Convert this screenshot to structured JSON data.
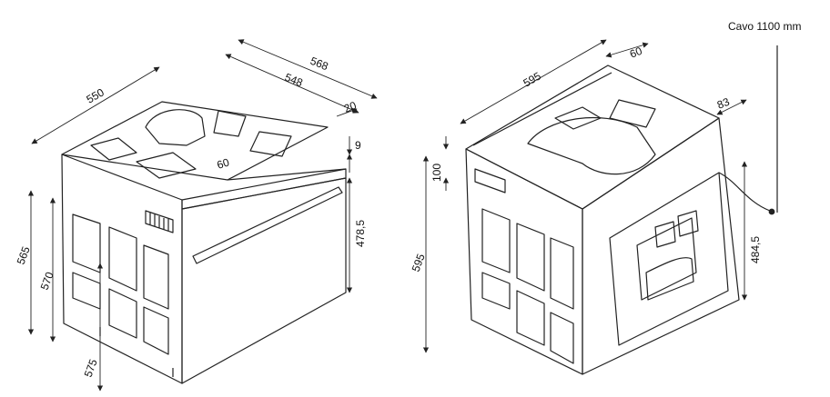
{
  "cable": {
    "label": "Cavo 1100 mm"
  },
  "left_oven": {
    "dimensions": {
      "depth_total": "550",
      "width_top": "568",
      "width_inner": "548",
      "door_gap": "20",
      "top_offset": "9",
      "panel_height": "478,5",
      "vent": "60",
      "height_outer": "565",
      "height_inner": "570",
      "depth_door": "575"
    }
  },
  "right_oven": {
    "dimensions": {
      "width": "595",
      "depth_back": "60",
      "rail": "100",
      "height": "595",
      "cable_offset": "83",
      "back_height": "484,5"
    }
  },
  "colors": {
    "line": "#222222",
    "background": "#ffffff"
  }
}
